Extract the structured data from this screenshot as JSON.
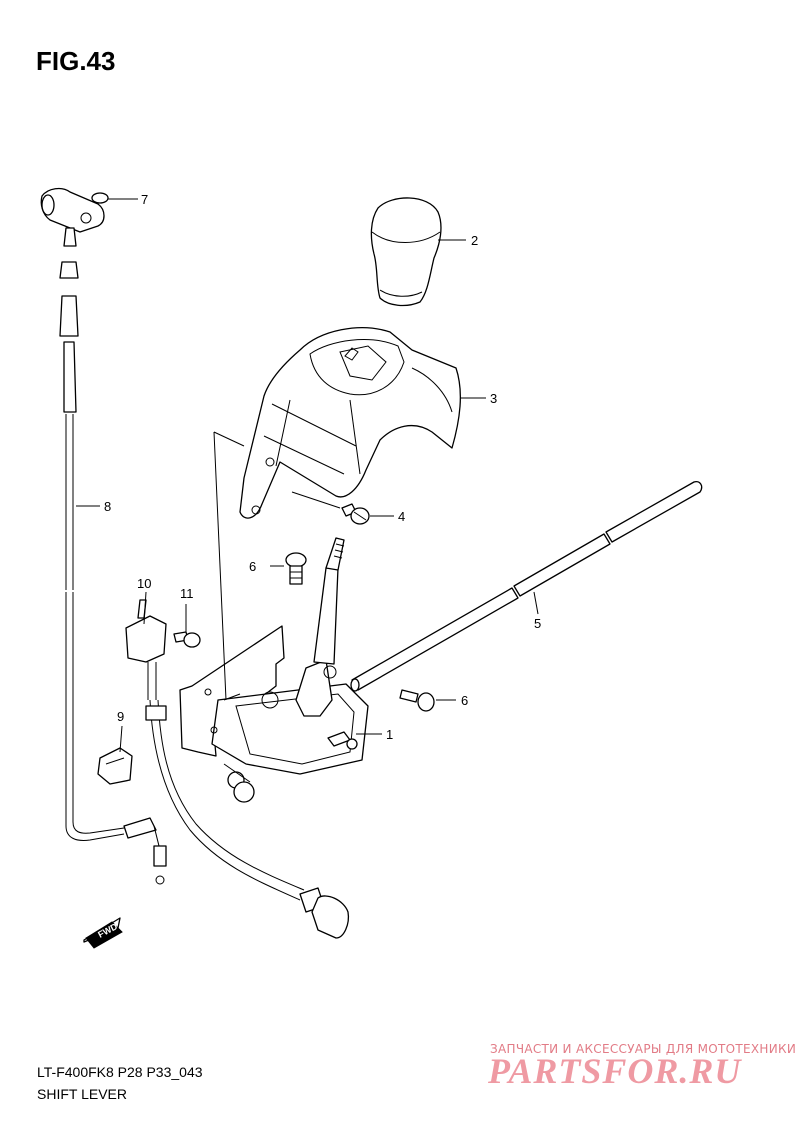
{
  "figure": {
    "title": "FIG.43",
    "model_code": "LT-F400FK8 P28 P33_043",
    "name": "SHIFT LEVER"
  },
  "callouts": [
    "1",
    "2",
    "3",
    "4",
    "5",
    "6",
    "6",
    "7",
    "8",
    "9",
    "10",
    "11"
  ],
  "direction_marker": "FWD",
  "watermark": {
    "tagline": "ЗАПЧАСТИ И АКСЕССУАРЫ ДЛЯ МОТОТЕХНИКИ",
    "brand": "PARTSFOR.RU"
  },
  "colors": {
    "line": "#000000",
    "background": "#ffffff",
    "watermark": "#ef9aa3"
  }
}
